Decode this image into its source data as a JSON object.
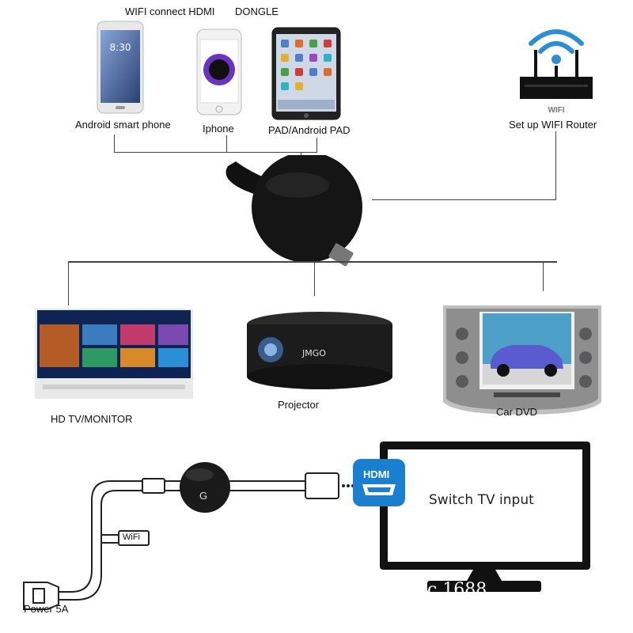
{
  "header": {
    "wifi_hdmi": "WIFI connect HDMI",
    "dongle": "DONGLE"
  },
  "sources": {
    "android_phone": "Android smart phone",
    "iphone": "Iphone",
    "pad": "PAD/Android PAD",
    "router": "Set up WIFI Router",
    "router_logo": "WIFI",
    "phone_time": "8:30"
  },
  "outputs": {
    "tv": "HD TV/MONITOR",
    "projector": "Projector",
    "projector_brand": "JMGO",
    "car_dvd": "Car DVD"
  },
  "setup": {
    "wifi_tag": "WiFi",
    "power": "Power  5A",
    "hdmi_badge": "HDMI",
    "dongle_logo": "G",
    "tv_screen": "Switch TV input",
    "watermark": "c 1688"
  },
  "colors": {
    "line": "#444444",
    "wifi_blue": "#2a8fd6",
    "hdmi_blue": "#1b7fd0",
    "dongle": "#1a1a1a"
  }
}
